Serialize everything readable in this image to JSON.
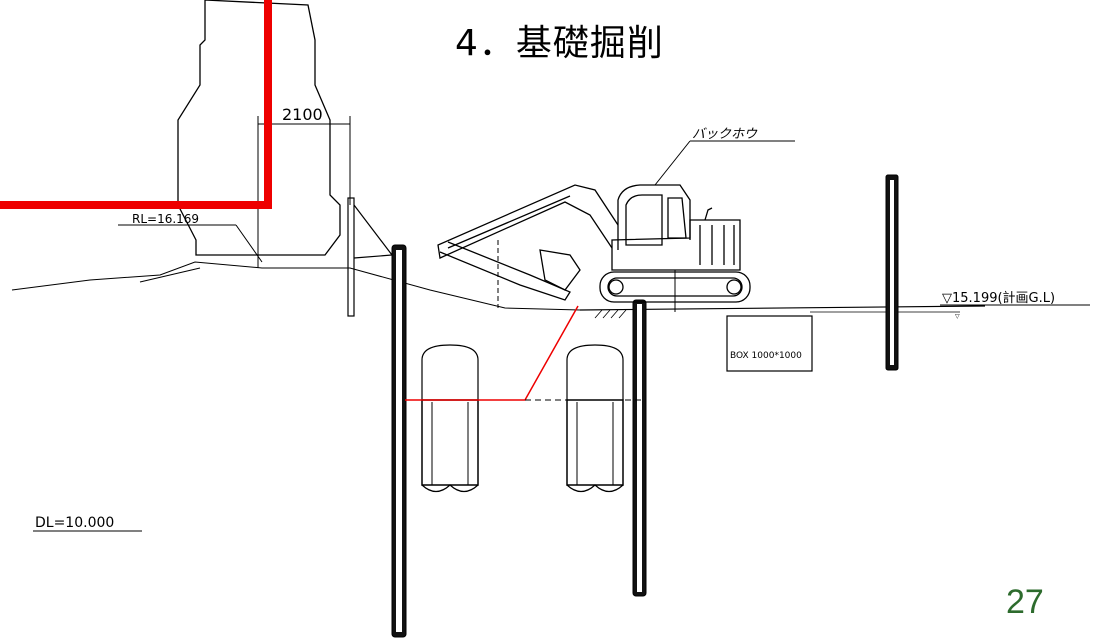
{
  "slide": {
    "title": "4．基礎掘削",
    "page_number": "27"
  },
  "drawing": {
    "dim_2100": "2100",
    "rail_level": "RL=16.169",
    "backhoe_label": "バックホウ",
    "ground_level": "▽15.199(計画G.L)",
    "box_label": "BOX 1000*1000",
    "datum_level": "DL=10.000"
  },
  "colors": {
    "red_line": "#ee0000",
    "outline": "#000000",
    "page_number": "#2d6b2d"
  }
}
